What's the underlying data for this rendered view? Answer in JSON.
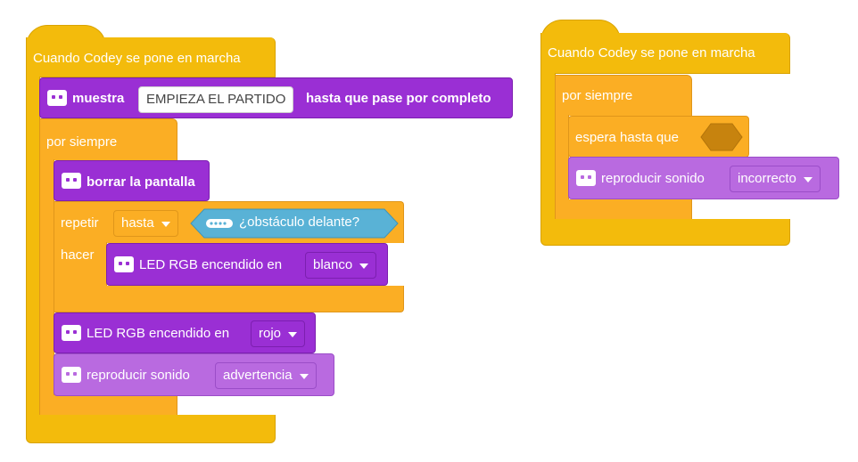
{
  "stack1": {
    "hat_label": "Cuando Codey se pone en marcha",
    "show": {
      "prefix": "muestra",
      "text": "EMPIEZA EL PARTIDO",
      "suffix": "hasta que pase por completo"
    },
    "forever_label": "por siempre",
    "clear_label": "borrar la pantalla",
    "repeat": {
      "label": "repetir",
      "mode": "hasta",
      "condition_icon": "dots-icon",
      "condition": "¿obstáculo delante?",
      "do_label": "hacer"
    },
    "led_inner": {
      "label": "LED RGB encendido en",
      "color": "blanco"
    },
    "led_outer": {
      "label": "LED RGB encendido en",
      "color": "rojo"
    },
    "sound": {
      "label": "reproducir sonido",
      "value": "advertencia"
    }
  },
  "stack2": {
    "hat_label": "Cuando Codey se pone en marcha",
    "forever_label": "por siempre",
    "wait_label": "espera hasta que",
    "sound": {
      "label": "reproducir sonido",
      "value": "incorrecto"
    }
  },
  "colors": {
    "events": "#f3bb0c",
    "control": "#fbae24",
    "looks": "#9a2fd4",
    "sound": "#b96ae0",
    "sensing": "#59b2d6"
  }
}
